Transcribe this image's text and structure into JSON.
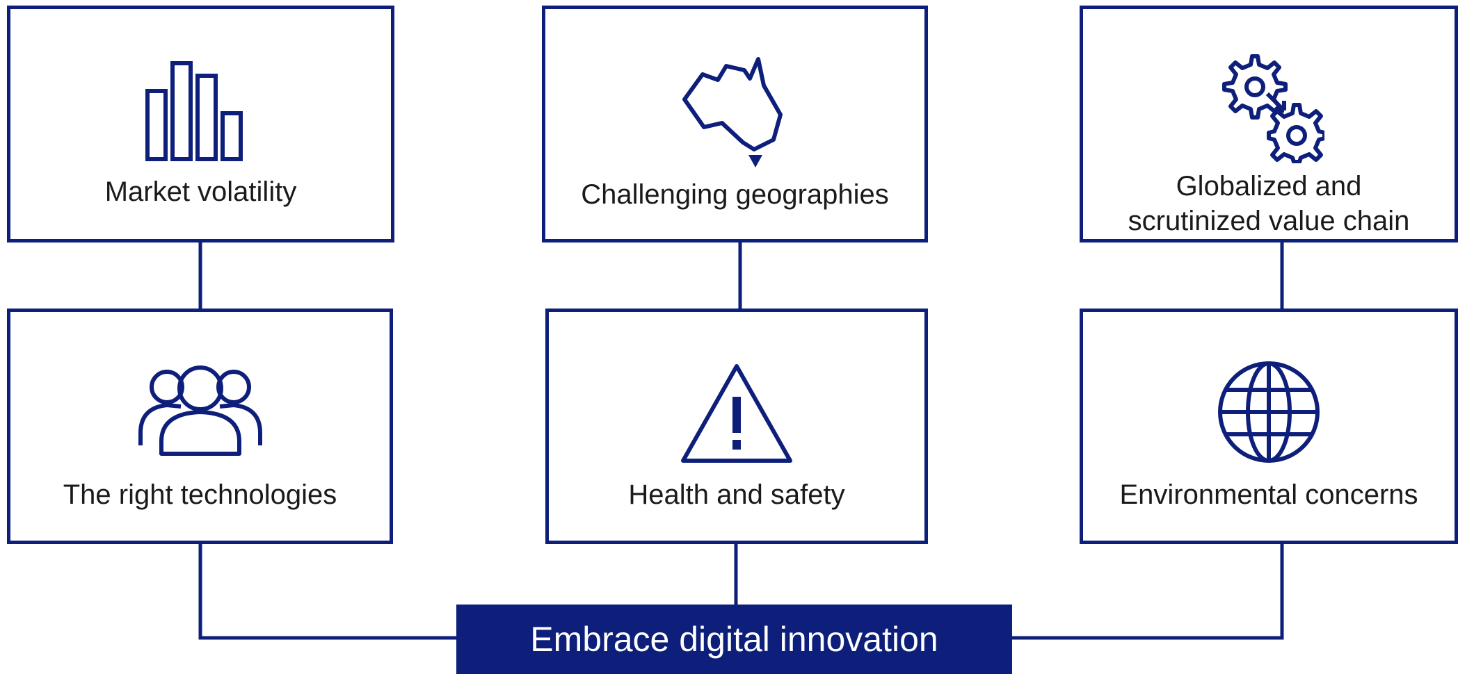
{
  "colors": {
    "accent": "#0d1f7a",
    "text": "#1a1a1a",
    "background": "#ffffff",
    "cta_text": "#ffffff"
  },
  "boxes": [
    {
      "label": "Market volatility",
      "icon": "bar-chart-icon"
    },
    {
      "label": "Challenging geographies",
      "icon": "australia-map-icon"
    },
    {
      "label_line1": "Globalized and",
      "label_line2": "scrutinized value chain",
      "icon": "gears-icon"
    },
    {
      "label": "The right technologies",
      "icon": "people-group-icon"
    },
    {
      "label": "Health and safety",
      "icon": "warning-triangle-icon"
    },
    {
      "label": "Environmental concerns",
      "icon": "globe-icon"
    }
  ],
  "cta": {
    "label": "Embrace digital innovation"
  }
}
